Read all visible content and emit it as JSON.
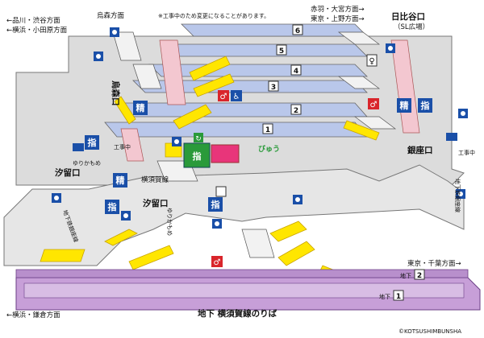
{
  "notice": "※工事中のため変更になることがあります。",
  "directions": {
    "top_left_1": "←品川・渋谷方面",
    "top_left_2": "←横浜・小田原方面",
    "karasumori_dir": "烏森方面",
    "top_right_1": "赤羽・大宮方面→",
    "top_right_2": "東京・上野方面→",
    "right_mid": "東京・千葉方面→",
    "bottom_left": "←横浜・鎌倉方面"
  },
  "exits": {
    "hibiya": "日比谷口",
    "hibiya_sub": "（SL広場）",
    "karasumori": "烏森口",
    "ginza": "銀座口",
    "shiodome": "汐留口",
    "shiodome_lower": "汐留口"
  },
  "areas": {
    "yurikamome_1": "ゆりかもめ",
    "yurikamome_2": "ゆりかもめ",
    "yokosuka_line": "横須賀線",
    "underground_passage": "地下鉄銀座線",
    "construction_1": "工事中",
    "construction_2": "工事中",
    "chikashita_ginza": "地下鉄銀座線"
  },
  "platforms": [
    "1",
    "2",
    "3",
    "4",
    "5",
    "6"
  ],
  "underground_platforms": {
    "b1_label": "地下",
    "b1_num": "1",
    "b2_label": "地下",
    "b2_num": "2"
  },
  "badges": {
    "reserved_1": "指",
    "reserved_2": "指",
    "reserved_3": "指",
    "reserved_4": "指",
    "reserved_5": "指",
    "seisan_1": "精",
    "seisan_2": "精",
    "seisan_3": "精",
    "bottom_title": "地下 横須賀線のりば",
    "viewplaza": "びゅう"
  },
  "copyright": "©KOTSUSHIMBUNSHA",
  "colors": {
    "platform_blue": "#b9c7ea",
    "concourse_gray": "#dcdcdc",
    "stair_yellow": "#ffe600",
    "escalator_pink": "#f3c7d0",
    "underground_purple": "#c79fd8",
    "ticket_blue": "#1a4fa8",
    "reserved_green": "#2a9a3a",
    "toilet_red": "#d9252b"
  }
}
